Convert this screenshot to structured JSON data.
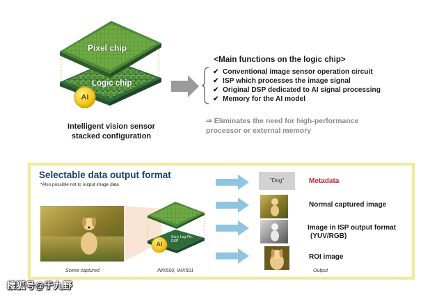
{
  "top": {
    "pixel_chip_label": "Pixel chip",
    "logic_chip_label": "Logic chip",
    "ai_badge": "AI",
    "caption_line1": "Intelligent vision sensor",
    "caption_line2": "stacked configuration",
    "functions_title": "<Main functions on the logic chip>",
    "functions": [
      "Conventional image sensor operation circuit",
      "ISP which processes the image signal",
      "Original DSP dedicated to AI signal processing",
      "Memory for the AI model"
    ],
    "check_glyph": "✔",
    "note_line1": "⇒ Eliminates the need for high-performance",
    "note_line2": "processor or external memory"
  },
  "panel": {
    "title": "Selectable data output format",
    "subtitle": "*Also possible not to output image data",
    "chip_text": "Sony Log Pix. DSP",
    "ai_badge": "AI",
    "scene_caption": "Scene captured",
    "chip_caption": "IMX500, IMX501",
    "output_caption": "Output",
    "dog_tag": "\"Dog\"",
    "outputs": [
      {
        "label": "Metadata",
        "color": "#c0282d"
      },
      {
        "label": "Normal captured image"
      },
      {
        "label": "Image in ISP output format",
        "label2": "(YUV/RGB)"
      },
      {
        "label": "ROI image"
      }
    ]
  },
  "watermark": "搜狐号@于九野",
  "colors": {
    "chip_green": "#5f9a3a",
    "panel_border": "#f4e89a",
    "arrow_blue": "#8fc5e0",
    "arrow_gray": "#9a9a9a",
    "title_blue": "#1b3d6d",
    "ai_yellow": "#f2c418"
  }
}
